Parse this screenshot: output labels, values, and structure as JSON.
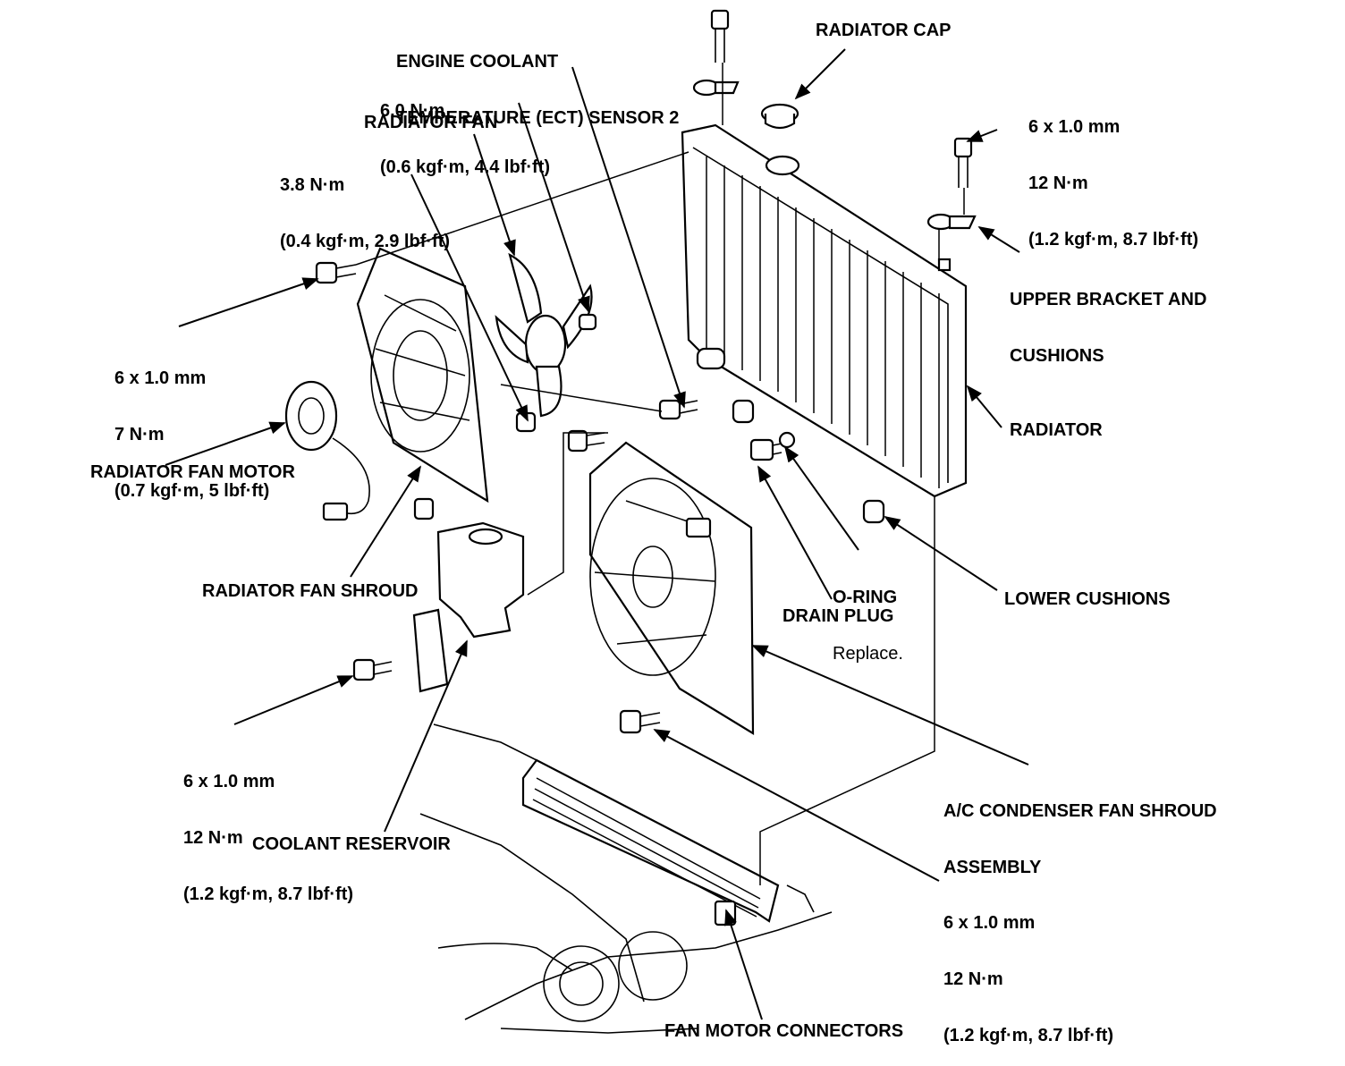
{
  "labels": {
    "ect_sensor": [
      "ENGINE COOLANT",
      "TEMPERATURE (ECT) SENSOR 2"
    ],
    "ect_torque": [
      "6.0 N·m",
      "(0.6 kgf·m, 4.4 lbf·ft)"
    ],
    "radiator_fan": "RADIATOR FAN",
    "fan_torque": [
      "3.8 N·m",
      "(0.4 kgf·m, 2.9 lbf·ft)"
    ],
    "radiator_cap": "RADIATOR CAP",
    "upper_bolt_spec": [
      "6 x 1.0 mm",
      "12 N·m",
      "(1.2 kgf·m, 8.7 lbf·ft)"
    ],
    "upper_bracket": [
      "UPPER BRACKET AND",
      "CUSHIONS"
    ],
    "left_bolt_spec": [
      "6 x 1.0 mm",
      "7 N·m",
      "(0.7 kgf·m, 5 lbf·ft)"
    ],
    "radiator": "RADIATOR",
    "fan_motor": "RADIATOR FAN MOTOR",
    "o_ring": "O-RING",
    "o_ring_note": "Replace.",
    "lower_cushions": "LOWER CUSHIONS",
    "fan_shroud": "RADIATOR FAN SHROUD",
    "drain_plug": "DRAIN PLUG",
    "reservoir_bolt_spec": [
      "6 x 1.0 mm",
      "12 N·m",
      "(1.2 kgf·m, 8.7 lbf·ft)"
    ],
    "ac_shroud": [
      "A/C CONDENSER FAN SHROUD",
      "ASSEMBLY"
    ],
    "coolant_reservoir": "COOLANT RESERVOIR",
    "lower_bolt_spec": [
      "6 x 1.0 mm",
      "12 N·m",
      "(1.2 kgf·m, 8.7 lbf·ft)"
    ],
    "fan_connectors": "FAN MOTOR CONNECTORS"
  }
}
